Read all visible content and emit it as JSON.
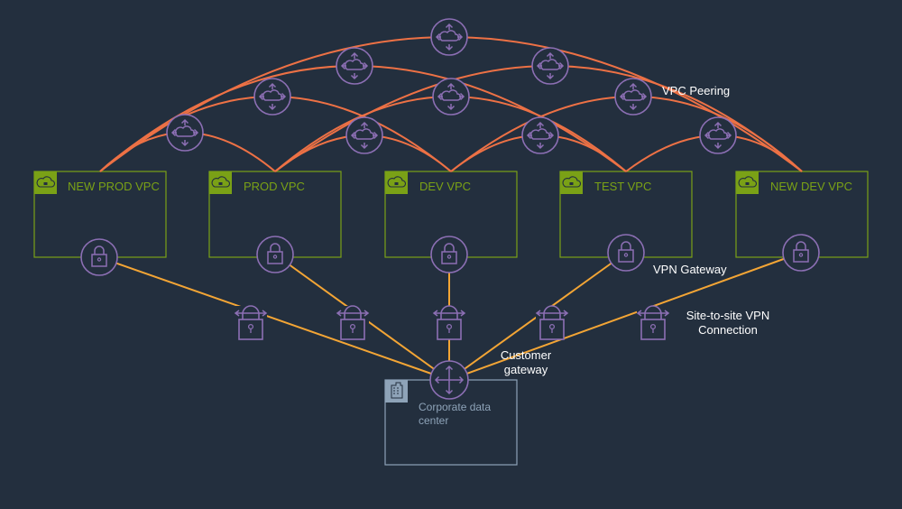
{
  "vpcs": [
    {
      "name": "NEW PROD VPC"
    },
    {
      "name": "PROD VPC"
    },
    {
      "name": "DEV VPC"
    },
    {
      "name": "TEST VPC"
    },
    {
      "name": "NEW DEV VPC"
    }
  ],
  "peering_pairs": [
    [
      0,
      1
    ],
    [
      0,
      2
    ],
    [
      0,
      3
    ],
    [
      0,
      4
    ],
    [
      1,
      2
    ],
    [
      1,
      3
    ],
    [
      1,
      4
    ],
    [
      2,
      3
    ],
    [
      2,
      4
    ],
    [
      3,
      4
    ]
  ],
  "corporate": {
    "label": "Corporate data center"
  },
  "labels": {
    "vpc_peering": "VPC Peering",
    "vpn_gateway": "VPN Gateway",
    "site_to_site": "Site-to-site VPN Connection",
    "customer_gateway": "Customer gateway"
  },
  "colors": {
    "background": "#232f3e",
    "vpc": "#7aa116",
    "icon": "#8c6fb4",
    "peering_line": "#ed7145",
    "vpn_line": "#f3a535",
    "corporate": "#8ea3b8"
  }
}
